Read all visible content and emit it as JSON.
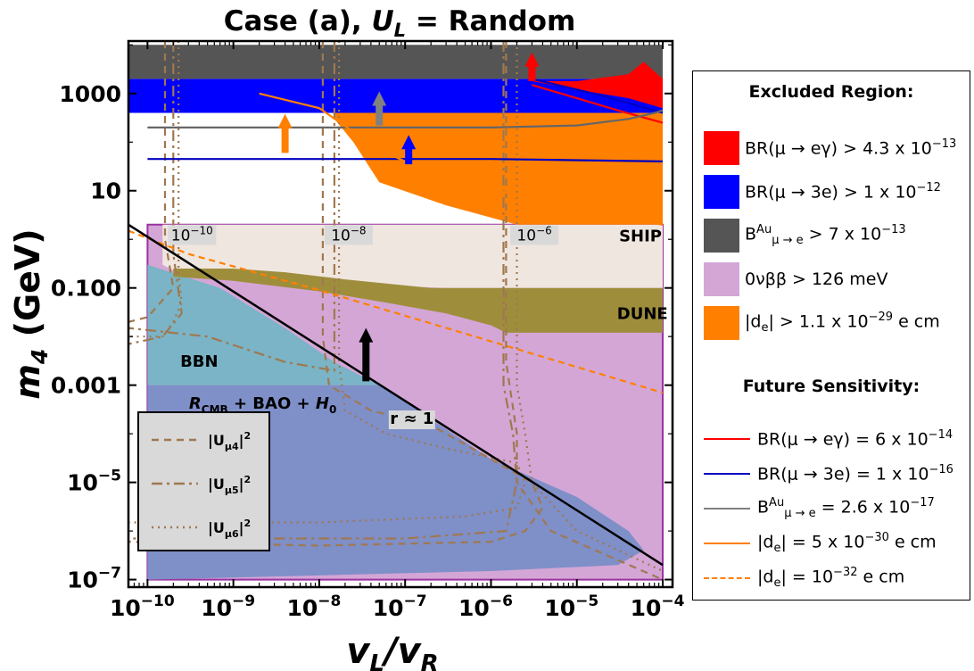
{
  "chart_data": {
    "type": "area",
    "title_main": "Case (a), ",
    "title_var": "U",
    "title_sub": "L",
    "title_rest": " = Random",
    "xlabel_main": "v",
    "xlabel_sub1": "L",
    "xlabel_slash": "/v",
    "xlabel_sub2": "R",
    "ylabel_main": "m",
    "ylabel_sub": "4",
    "ylabel_unit": " (GeV)",
    "xscale": "log",
    "yscale": "log",
    "xlim": [
      6e-11,
      0.00013
    ],
    "ylim": [
      7e-08,
      12000
    ],
    "x_ticks": [
      {
        "value": 1e-10,
        "label": "10",
        "exp": "−10"
      },
      {
        "value": 1e-09,
        "label": "10",
        "exp": "−9"
      },
      {
        "value": 1e-08,
        "label": "10",
        "exp": "−8"
      },
      {
        "value": 1e-07,
        "label": "10",
        "exp": "−7"
      },
      {
        "value": 1e-06,
        "label": "10",
        "exp": "−6"
      },
      {
        "value": 1e-05,
        "label": "10",
        "exp": "−5"
      },
      {
        "value": 0.0001,
        "label": "10",
        "exp": "−4"
      }
    ],
    "y_ticks": [
      {
        "value": 1e-07,
        "label": "10",
        "exp": "−7"
      },
      {
        "value": 1e-05,
        "label": "10",
        "exp": "−5"
      },
      {
        "value": 0.001,
        "label": "0.001",
        "exp": ""
      },
      {
        "value": 0.1,
        "label": "0.100",
        "exp": ""
      },
      {
        "value": 10,
        "label": "10",
        "exp": ""
      },
      {
        "value": 1000,
        "label": "1000",
        "exp": ""
      }
    ],
    "regions": [
      {
        "name": "0vbb",
        "color": "#d4a6d6",
        "polygon": [
          [
            1e-10,
            1e-07
          ],
          [
            0.0001,
            1e-07
          ],
          [
            0.0001,
            2
          ],
          [
            4e-06,
            2
          ],
          [
            2e-07,
            2
          ],
          [
            3e-08,
            2
          ],
          [
            1e-10,
            2
          ]
        ]
      },
      {
        "name": "BBN",
        "color": "#7ab4c6",
        "polygon": [
          [
            1e-10,
            0.3
          ],
          [
            7e-10,
            0.1
          ],
          [
            4e-09,
            0.015
          ],
          [
            1.5e-08,
            0.003
          ],
          [
            5e-08,
            0.001
          ],
          [
            1e-10,
            0.001
          ]
        ]
      },
      {
        "name": "CMB_BAO",
        "color": "#7f8fc8",
        "polygon": [
          [
            1e-10,
            0.001
          ],
          [
            5e-08,
            0.001
          ],
          [
            2e-07,
            0.0002
          ],
          [
            1e-06,
            3e-05
          ],
          [
            1e-05,
            5e-06
          ],
          [
            4e-05,
            1e-06
          ],
          [
            6e-05,
            4e-07
          ],
          [
            3e-05,
            2e-07
          ],
          [
            1e-06,
            1.5e-07
          ],
          [
            1e-10,
            1e-07
          ]
        ]
      },
      {
        "name": "SHIP",
        "color": "#f0e6e0",
        "polygon": [
          [
            1.5e-10,
            2
          ],
          [
            0.0001,
            2
          ],
          [
            0.0001,
            0.1
          ],
          [
            3e-07,
            0.1
          ],
          [
            2e-08,
            0.12
          ],
          [
            4e-09,
            0.17
          ],
          [
            1e-09,
            0.22
          ],
          [
            2e-10,
            0.23
          ],
          [
            1.5e-10,
            0.3
          ]
        ]
      },
      {
        "name": "DUNE",
        "color": "#9e8e3c",
        "polygon": [
          [
            2e-10,
            0.25
          ],
          [
            1e-09,
            0.25
          ],
          [
            4e-09,
            0.21
          ],
          [
            2e-08,
            0.15
          ],
          [
            2e-07,
            0.1
          ],
          [
            0.0001,
            0.1
          ],
          [
            0.0001,
            0.012
          ],
          [
            1.5e-06,
            0.012
          ],
          [
            1e-06,
            0.017
          ],
          [
            3e-07,
            0.03
          ],
          [
            6e-08,
            0.05
          ],
          [
            1e-08,
            0.085
          ],
          [
            3e-09,
            0.11
          ],
          [
            1e-09,
            0.14
          ],
          [
            2e-10,
            0.17
          ]
        ]
      },
      {
        "name": "edm",
        "color": "#ff8000",
        "polygon": [
          [
            1.5e-08,
            1500
          ],
          [
            0.0001,
            1500
          ],
          [
            0.0001,
            2
          ],
          [
            2e-06,
            2
          ],
          [
            3e-07,
            5
          ],
          [
            5e-08,
            15
          ],
          [
            2.5e-08,
            100
          ],
          [
            1.5e-08,
            300
          ]
        ]
      },
      {
        "name": "mu3e",
        "color": "#0000ff",
        "polygon": [
          [
            6e-11,
            2000
          ],
          [
            0.0001,
            2000
          ],
          [
            0.0001,
            400
          ],
          [
            6e-11,
            400
          ]
        ]
      },
      {
        "name": "mu_e_conv",
        "color": "#555555",
        "polygon": [
          [
            6e-11,
            10000
          ],
          [
            0.0001,
            10000
          ],
          [
            0.0001,
            2000
          ],
          [
            6e-11,
            2000
          ]
        ]
      },
      {
        "name": "mu_e_gamma",
        "color": "#ff0000",
        "polygon": [
          [
            3e-06,
            1800
          ],
          [
            1e-05,
            1200
          ],
          [
            4e-05,
            800
          ],
          [
            0.0001,
            500
          ],
          [
            0.0001,
            2000
          ],
          [
            6e-05,
            4500
          ],
          [
            4e-05,
            2500
          ],
          [
            1e-05,
            1800
          ]
        ]
      }
    ],
    "future_lines": [
      {
        "name": "BR(mu->egamma)=6e-14",
        "color": "#ff0000",
        "dash": "",
        "points": [
          [
            3e-06,
            1500
          ],
          [
            1e-05,
            800
          ],
          [
            3e-05,
            450
          ],
          [
            0.0001,
            250
          ]
        ]
      },
      {
        "name": "BR(mu->3e)=1e-16",
        "color": "#0000c0",
        "dash": "",
        "points": [
          [
            1e-10,
            45
          ],
          [
            1e-08,
            45
          ],
          [
            1e-06,
            45
          ],
          [
            0.0001,
            40
          ]
        ],
        "extra": [
          [
            3e-06,
            2000
          ],
          [
            2e-05,
            900
          ],
          [
            0.0001,
            400
          ]
        ]
      },
      {
        "name": "conv=2.6e-17",
        "color": "#666666",
        "dash": "",
        "points": [
          [
            1e-10,
            200
          ],
          [
            1e-08,
            200
          ],
          [
            1e-06,
            200
          ],
          [
            1e-05,
            220
          ],
          [
            4e-05,
            300
          ],
          [
            8e-05,
            400
          ],
          [
            0.0001,
            450
          ]
        ]
      },
      {
        "name": "de=5e-30",
        "color": "#ff8000",
        "dash": "",
        "points": [
          [
            2e-09,
            1000
          ],
          [
            1e-08,
            500
          ],
          [
            5e-08,
            70
          ],
          [
            1e-07,
            40
          ],
          [
            5e-07,
            15
          ],
          [
            1e-05,
            4
          ],
          [
            0.0001,
            2
          ]
        ]
      },
      {
        "name": "de=1e-32",
        "color": "#ff8000",
        "dash": "7,5",
        "points": [
          [
            6e-11,
            1.5
          ],
          [
            3e-10,
            0.5
          ],
          [
            1e-08,
            0.09
          ],
          [
            1e-06,
            0.008
          ],
          [
            0.0001,
            0.0007
          ]
        ]
      }
    ],
    "r_line": {
      "points": [
        [
          6e-11,
          2
        ],
        [
          0.0001,
          2e-07
        ]
      ]
    },
    "mixing_curves": [
      {
        "style": "dashed",
        "points": [
          [
            1.6e-10,
            12000
          ],
          [
            1.6e-10,
            1
          ],
          [
            2e-10,
            0.1
          ],
          [
            1e-10,
            0.025
          ],
          [
            6e-11,
            0.02
          ]
        ]
      },
      {
        "style": "dashed",
        "points": [
          [
            1.1e-08,
            12000
          ],
          [
            1.1e-08,
            0.01
          ],
          [
            1.3e-08,
            0.001
          ],
          [
            4e-08,
            0.0003
          ],
          [
            2e-07,
            0.00015
          ],
          [
            1e-06,
            3e-05
          ],
          [
            3e-06,
            1e-05
          ],
          [
            4e-06,
            3e-06
          ],
          [
            2.5e-06,
            1e-06
          ],
          [
            1e-06,
            6e-07
          ],
          [
            1e-08,
            5e-07
          ],
          [
            6e-11,
            6e-07
          ]
        ]
      },
      {
        "style": "dashed",
        "points": [
          [
            1.5e-06,
            12000
          ],
          [
            1.5e-06,
            0.003
          ],
          [
            2e-06,
            0.0001
          ],
          [
            2e-06,
            1e-05
          ],
          [
            5e-06,
            1e-06
          ],
          [
            0.0001,
            1e-07
          ]
        ]
      },
      {
        "style": "dashdot",
        "points": [
          [
            2e-10,
            12000
          ],
          [
            2e-10,
            0.5
          ],
          [
            2.5e-10,
            0.03
          ],
          [
            1.5e-10,
            0.01
          ],
          [
            6e-11,
            0.007
          ]
        ]
      },
      {
        "style": "dashdot",
        "points": [
          [
            1.5e-08,
            12000
          ],
          [
            1.5e-08,
            0.02
          ],
          [
            1.5e-08,
            0.002
          ],
          [
            4e-09,
            0.003
          ],
          [
            5e-10,
            0.01
          ],
          [
            6e-11,
            0.015
          ]
        ]
      },
      {
        "style": "dashdot",
        "points": [
          [
            1.4e-06,
            12000
          ],
          [
            1.4e-06,
            0.001
          ],
          [
            1.8e-06,
            0.0001
          ],
          [
            2e-06,
            1e-05
          ],
          [
            1.5e-06,
            1e-06
          ],
          [
            1e-07,
            7e-07
          ],
          [
            6e-11,
            7e-07
          ]
        ]
      },
      {
        "style": "dotted",
        "points": [
          [
            2.3e-10,
            12000
          ],
          [
            2.3e-10,
            0.2
          ],
          [
            2.5e-10,
            0.05
          ],
          [
            2e-10,
            0.02
          ],
          [
            1.5e-10,
            0.01
          ],
          [
            6e-11,
            0.01
          ]
        ]
      },
      {
        "style": "dotted",
        "points": [
          [
            1.7e-08,
            12000
          ],
          [
            1.7e-08,
            0.003
          ],
          [
            2e-08,
            0.0003
          ],
          [
            6e-08,
            0.0001
          ],
          [
            3e-07,
            5e-05
          ],
          [
            2e-06,
            2.5e-05
          ],
          [
            2.5e-06,
            1e-05
          ],
          [
            2e-06,
            3e-06
          ],
          [
            5e-07,
            2e-06
          ],
          [
            1e-08,
            1.5e-06
          ],
          [
            6e-11,
            1.5e-06
          ]
        ]
      },
      {
        "style": "dotted",
        "points": [
          [
            2e-06,
            12000
          ],
          [
            2e-06,
            0.001
          ],
          [
            2.5e-06,
            0.0001
          ],
          [
            3e-06,
            1e-05
          ],
          [
            1e-05,
            1e-06
          ],
          [
            0.0001,
            1.5e-07
          ]
        ]
      }
    ],
    "arrows": [
      {
        "x": 4e-09,
        "y0": 60,
        "y1": 380,
        "color": "#ff8000"
      },
      {
        "x": 5e-08,
        "y0": 220,
        "y1": 1100,
        "color": "#808080"
      },
      {
        "x": 1.1e-07,
        "y0": 35,
        "y1": 140,
        "color": "#0000ff"
      },
      {
        "x": 3e-06,
        "y0": 1800,
        "y1": 7000,
        "color": "#ff0000"
      },
      {
        "x": 3.5e-08,
        "y0": 0.0012,
        "y1": 0.015,
        "color": "#000000"
      }
    ],
    "annotations": [
      {
        "text": "SHIP",
        "x": 5.5e-05,
        "y": 0.9
      },
      {
        "text": "DUNE",
        "x": 5.8e-05,
        "y": 0.023
      },
      {
        "text": "BBN",
        "x": 4e-10,
        "y": 0.0024
      },
      {
        "text": "r ≈ 1",
        "x": 1.2e-07,
        "y": 0.00016
      }
    ],
    "contour_labels": [
      {
        "base": "10",
        "exp": "−10",
        "x": 3.3e-10,
        "y": 0.95
      },
      {
        "base": "10",
        "exp": "−8",
        "x": 2.2e-08,
        "y": 0.95
      },
      {
        "base": "10",
        "exp": "−6",
        "x": 3.2e-06,
        "y": 0.95
      }
    ],
    "cmb_label": {
      "r": "R",
      "rsub": "CMB",
      "mid": " + BAO + ",
      "h": "H",
      "hsub": "0"
    },
    "inner_legend": [
      {
        "style": "dashed",
        "label": "|U",
        "sub": "μ4",
        "post": "|",
        "sup": "2"
      },
      {
        "style": "dashdot",
        "label": "|U",
        "sub": "μ5",
        "post": "|",
        "sup": "2"
      },
      {
        "style": "dotted",
        "label": "|U",
        "sub": "μ6",
        "post": "|",
        "sup": "2"
      }
    ],
    "mixing_color": "#a07850"
  },
  "legend": {
    "excluded_title": "Excluded Region:",
    "future_title": "Future Sensitivity:",
    "excluded": [
      {
        "color": "#ff0000",
        "pre": "BR(μ → eγ) > 4.3 x 10",
        "sup": "−13",
        "sub": "",
        "post": ""
      },
      {
        "color": "#0000ff",
        "pre": "BR(μ → 3e) > 1 x 10",
        "sup": "−12",
        "sub": "",
        "post": ""
      },
      {
        "color": "#555555",
        "pre": "B",
        "sup": "Au",
        "sub": "μ → e",
        "post": " > 7 x 10",
        "sup2": "−13"
      },
      {
        "color": "#d4a6d6",
        "pre": "0νββ > 126 meV",
        "sup": "",
        "sub": "",
        "post": ""
      },
      {
        "color": "#ff8000",
        "pre": "|d",
        "sub": "e",
        "post": "| > 1.1 x 10",
        "sup2": "−29",
        "post2": " e cm",
        "sup": ""
      }
    ],
    "future": [
      {
        "color": "#ff0000",
        "dash": "solid",
        "pre": "BR(μ → eγ) = 6 x 10",
        "sup": "−14"
      },
      {
        "color": "#0000c0",
        "dash": "solid",
        "pre": "BR(μ → 3e) = 1 x 10",
        "sup": "−16"
      },
      {
        "color": "#808080",
        "dash": "solid",
        "pre": "B",
        "sup": "Au",
        "sub": "μ → e",
        "post": " = 2.6 x 10",
        "sup2": "−17"
      },
      {
        "color": "#ff8000",
        "dash": "solid",
        "pre": "|d",
        "sub": "e",
        "post": "| = 5 x 10",
        "sup2": "−30",
        "post2": " e cm",
        "sup": ""
      },
      {
        "color": "#ff8000",
        "dash": "dashed",
        "pre": "|d",
        "sub": "e",
        "post": "| = 10",
        "sup2": "−32",
        "post2": " e cm",
        "sup": ""
      }
    ]
  }
}
